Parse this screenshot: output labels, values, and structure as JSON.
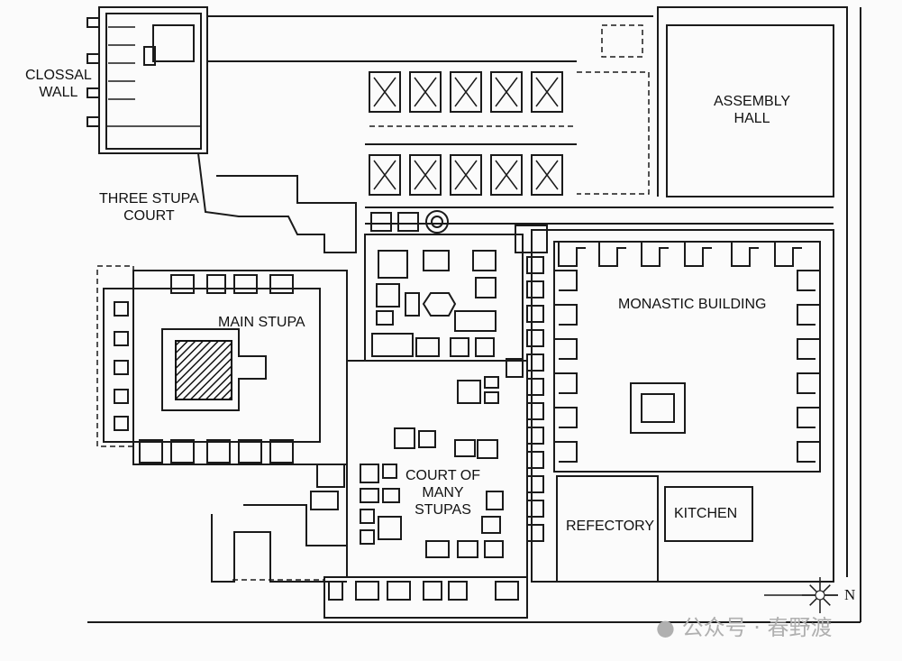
{
  "labels": {
    "colossal_wall": "CLOSSAL\nWALL",
    "three_stupa_court": "THREE STUPA\nCOURT",
    "assembly_hall": "ASSEMBLY\nHALL",
    "main_stupa": "MAIN STUPA",
    "monastic_building": "MONASTIC BUILDING",
    "court_of_many_stupas": "COURT OF\nMANY\nSTUPAS",
    "refectory": "REFECTORY",
    "kitchen": "KITCHEN"
  },
  "compass": {
    "north_label": "N"
  },
  "watermark": {
    "text": "公众号 · 春野渡",
    "icon": "wechat-icon"
  },
  "colors": {
    "line": "#1a1a1a",
    "background": "#fbfbfb"
  }
}
